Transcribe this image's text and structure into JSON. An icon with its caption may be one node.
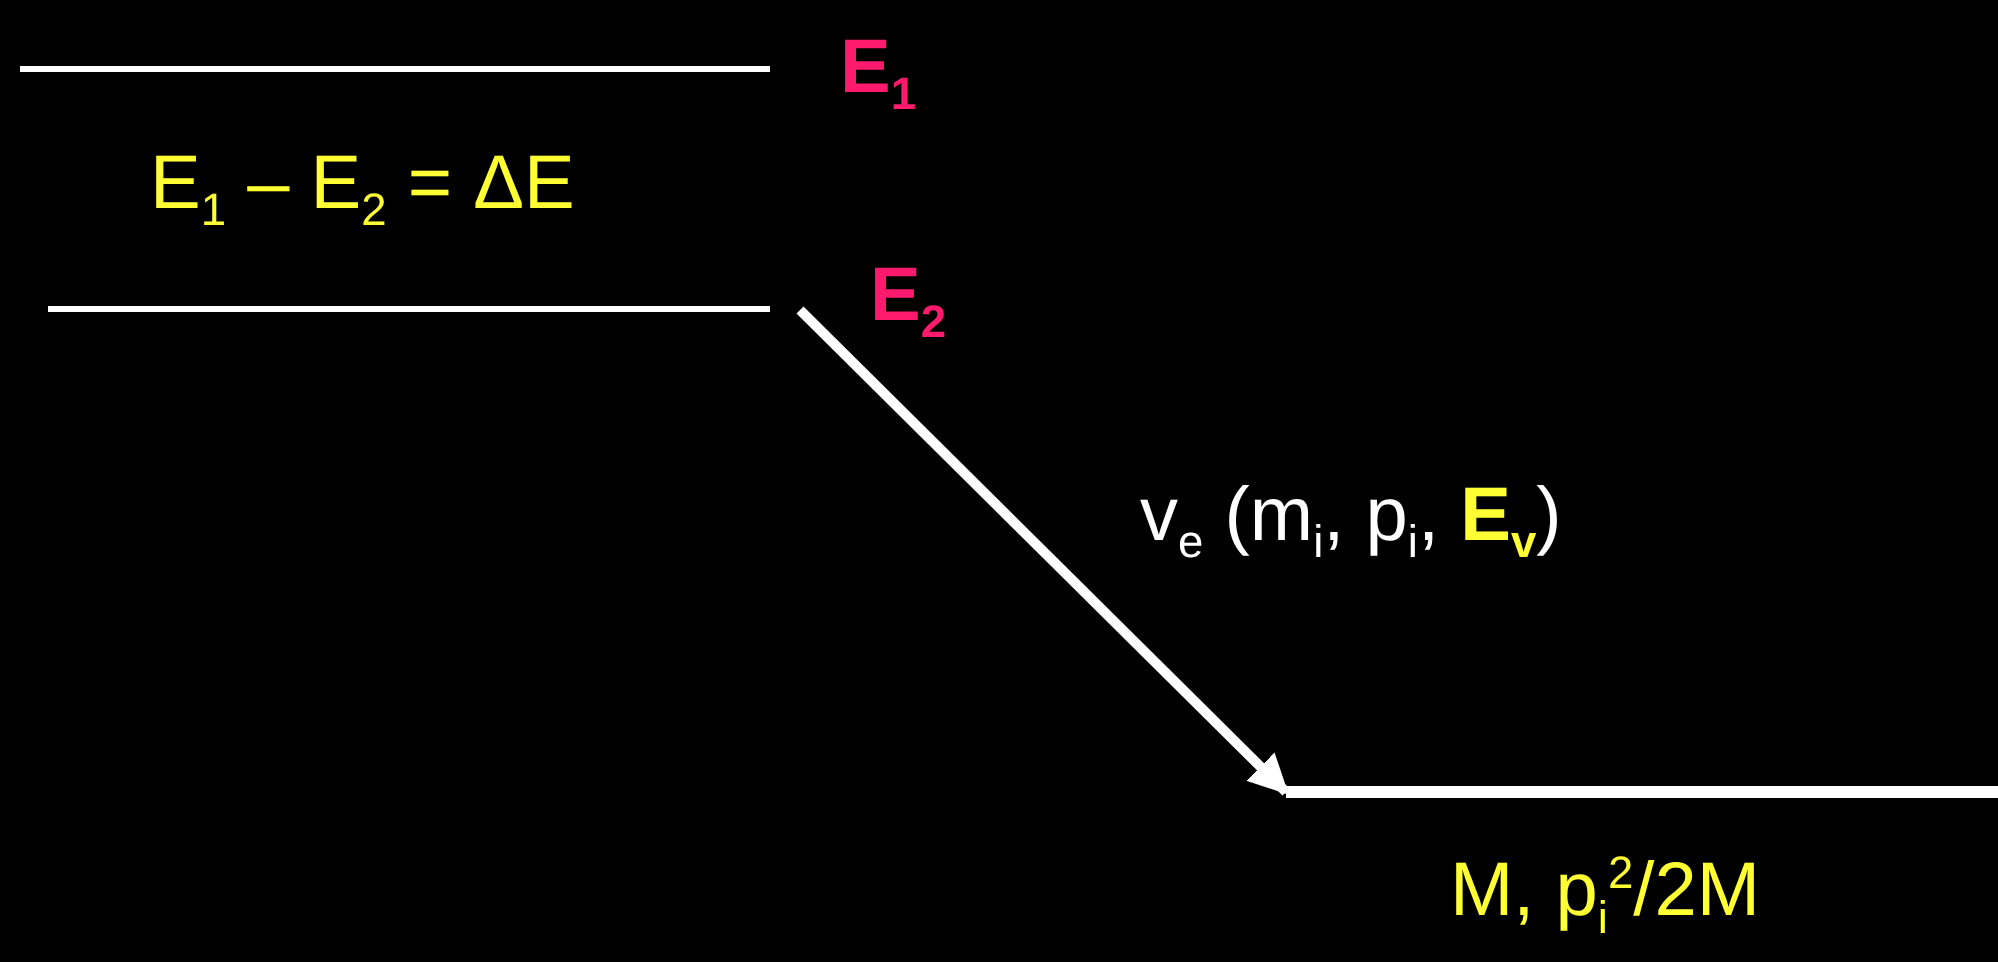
{
  "diagram": {
    "nodes": [
      {
        "text": [],
        "shape": "bar",
        "beside": [
          "E$_{1}$"
        ]
      },
      {
        "text": [],
        "shape": "bar",
        "beside": [
          "E$_{2}$"
        ]
      },
      {
        "text": [],
        "shape": "bar",
        "beside": [
          "M, p$_{i}$$^{2}$/2M"
        ]
      }
    ],
    "edges": [
      {
        "from": 1,
        "to": 2,
        "arrow": "to",
        "label": "v$_{e}$ (m$_{i}$, p$_{i}$, **E$_{v}$**)"
      }
    ],
    "labels": [
      "E$_{1}$ – E$_{2}$ = ΔE"
    ]
  }
}
